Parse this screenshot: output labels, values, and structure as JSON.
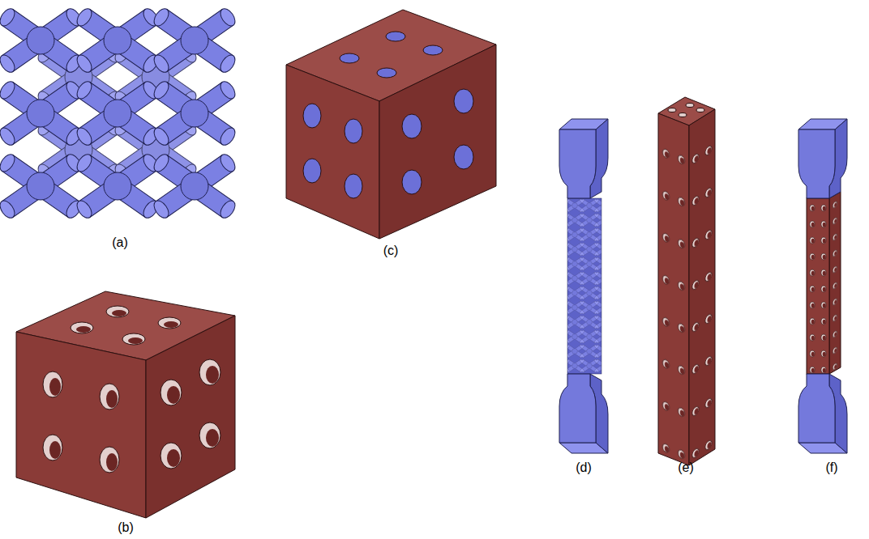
{
  "diagram": {
    "labels": [
      "(a)",
      "(b)",
      "(c)",
      "(d)",
      "(e)",
      "(f)"
    ]
  }
}
